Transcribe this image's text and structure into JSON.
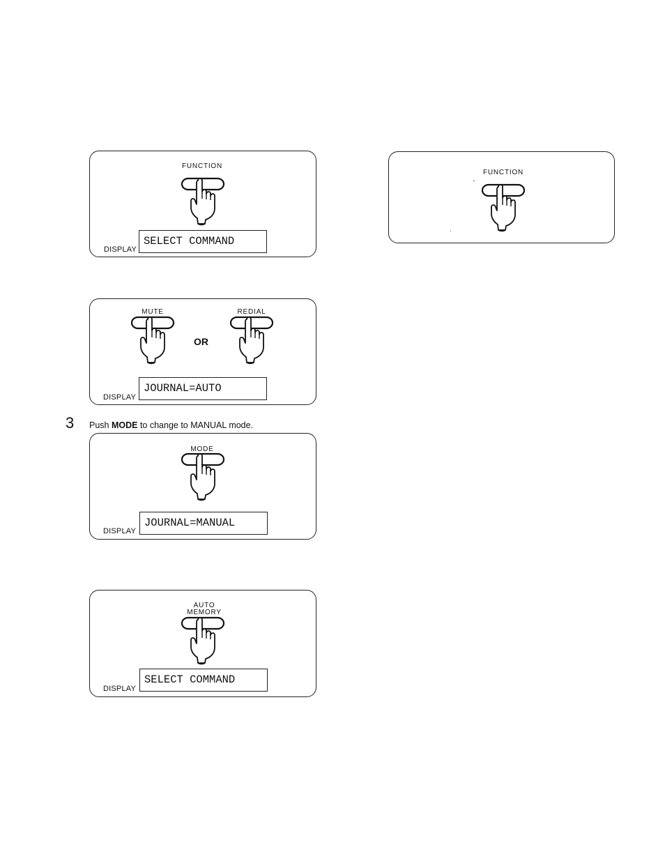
{
  "panels": {
    "function_left": {
      "button_label": "FUNCTION",
      "display_label": "DISPLAY",
      "display_text": "SELECT COMMAND"
    },
    "mute_redial": {
      "button_left_label": "MUTE",
      "button_right_label": "REDIAL",
      "or_text": "OR",
      "display_label": "DISPLAY",
      "display_text": "JOURNAL=AUTO"
    },
    "mode": {
      "button_label": "MODE",
      "display_label": "DISPLAY",
      "display_text": "JOURNAL=MANUAL"
    },
    "auto_memory": {
      "button_label_line1": "AUTO",
      "button_label_line2": "MEMORY",
      "display_label": "DISPLAY",
      "display_text": "SELECT COMMAND"
    },
    "function_right": {
      "button_label": "FUNCTION"
    }
  },
  "step3": {
    "number": "3",
    "text_before": "Push ",
    "text_bold": "MODE",
    "text_after": " to change to MANUAL mode."
  },
  "icons": {
    "hand": "pressing-hand-icon"
  }
}
